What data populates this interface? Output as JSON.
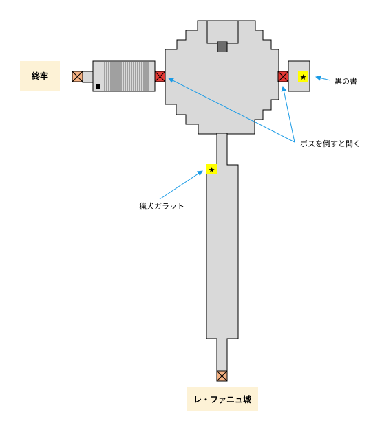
{
  "locations": {
    "west_exit": "終牢",
    "south_exit": "レ・ファニュ城"
  },
  "annotations": {
    "item_east": "黒の書",
    "boss_doors": "ボスを倒すと開く",
    "item_corridor": "猟犬ガラット"
  },
  "legend_colors": {
    "floor": "#d9d9d9",
    "wall": "#000000",
    "locked_door": "#e53935",
    "exit_door": "#f4b183",
    "item_marker": "#ffff00",
    "arrow": "#1a9be6",
    "location_label_bg": "#fdf2d6"
  }
}
